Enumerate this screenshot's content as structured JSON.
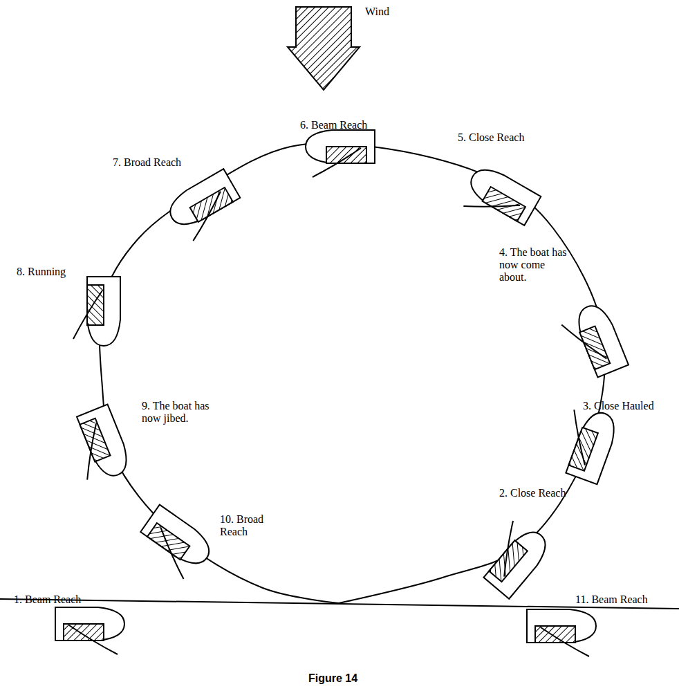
{
  "diagram": {
    "caption": "Figure 14",
    "labels": [
      "Wind",
      "1. Beam Reach",
      "2. Close Reach",
      "3. Close Hauled",
      "4. The boat has now come about.",
      "5. Close Reach",
      "6. Beam Reach",
      "7. Broad Reach",
      "8. Running",
      "9. The boat has now jibed.",
      "10. Broad Reach",
      "11. Beam Reach"
    ]
  }
}
